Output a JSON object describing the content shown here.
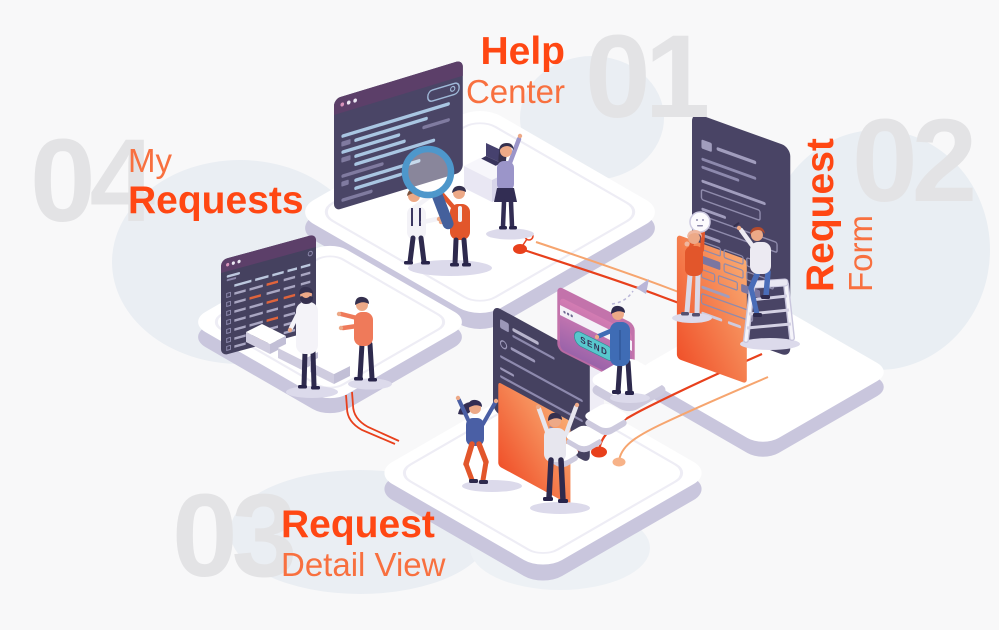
{
  "page": {
    "background": "#f8f8f9",
    "kind": "isometric help-desk workflow illustration"
  },
  "colors": {
    "accent_bold": "#ff4713",
    "accent_light": "#f8703f",
    "step_number": "#e3e3e5",
    "screen_dark": "#494465",
    "titlebar_purple": "#5c3f69",
    "platform_side": "#c9c6dd",
    "line_blue": "#a9c6e2",
    "wire_red": "#e8401c",
    "wire_orange": "#f6a56f",
    "send_teal": "#58c7cd",
    "window_magenta": "#c06ba6",
    "panel_orange_start": "#f0512a",
    "panel_orange_end": "#f9ab72",
    "magnifier_blue": "#4e97cb"
  },
  "steps": [
    {
      "number": "01",
      "lines": [
        {
          "text": "Help",
          "weight": "bold"
        },
        {
          "text": "Center",
          "weight": "light"
        }
      ],
      "orientation": "horizontal"
    },
    {
      "number": "02",
      "lines": [
        {
          "text": "Request",
          "weight": "bold"
        },
        {
          "text": "Form",
          "weight": "light"
        }
      ],
      "orientation": "vertical"
    },
    {
      "number": "03",
      "lines": [
        {
          "text": "Request",
          "weight": "bold"
        },
        {
          "text": "Detail View",
          "weight": "light"
        }
      ],
      "orientation": "horizontal"
    },
    {
      "number": "04",
      "lines": [
        {
          "text": "My",
          "weight": "light"
        },
        {
          "text": "Requests",
          "weight": "bold"
        }
      ],
      "orientation": "horizontal"
    }
  ],
  "send_window": {
    "button_label": "SEND"
  },
  "icons": {
    "magnifier": "magnifying-glass",
    "send_button": "send",
    "arrow": "paper-plane-arrow",
    "laptop": "laptop",
    "ladder": "ladder",
    "window_dots": "window-control-dots"
  }
}
